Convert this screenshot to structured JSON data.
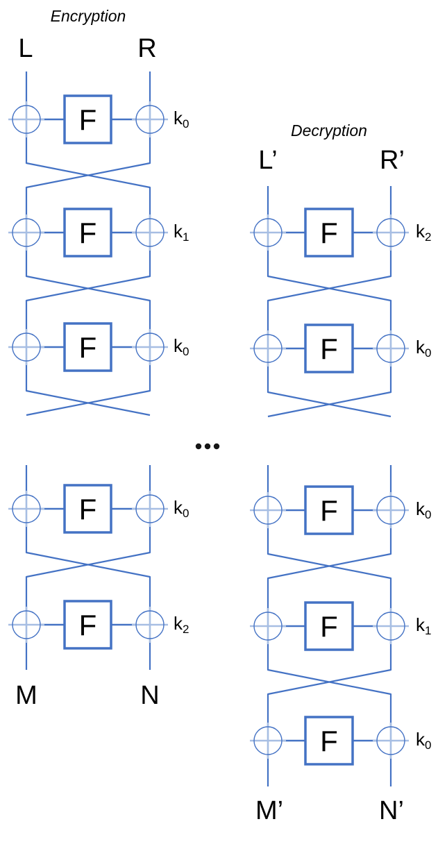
{
  "diagram": {
    "type": "feistel-network",
    "f_function_label": "F",
    "ellipsis": "...",
    "colors": {
      "line": "#4472C4",
      "xor_cross": "#A7BEE3",
      "text": "#000000",
      "ellipsis": "#161616"
    },
    "encryption": {
      "title": "Encryption",
      "input_labels": [
        "L",
        "R"
      ],
      "groups": [
        {
          "rounds": [
            "k0",
            "k1",
            "k0"
          ],
          "ends_with": "swap-cross"
        },
        {
          "rounds": [
            "k0",
            "k2"
          ],
          "ends_with": "outputs",
          "output_labels": [
            "M",
            "N"
          ]
        }
      ]
    },
    "decryption": {
      "title": "Decryption",
      "input_labels": [
        "L’",
        "R’"
      ],
      "groups": [
        {
          "rounds": [
            "k2",
            "k0"
          ],
          "ends_with": "swap-cross"
        },
        {
          "rounds": [
            "k0",
            "k1",
            "k0"
          ],
          "ends_with": "outputs",
          "output_labels": [
            "M’",
            "N’"
          ]
        }
      ]
    }
  }
}
